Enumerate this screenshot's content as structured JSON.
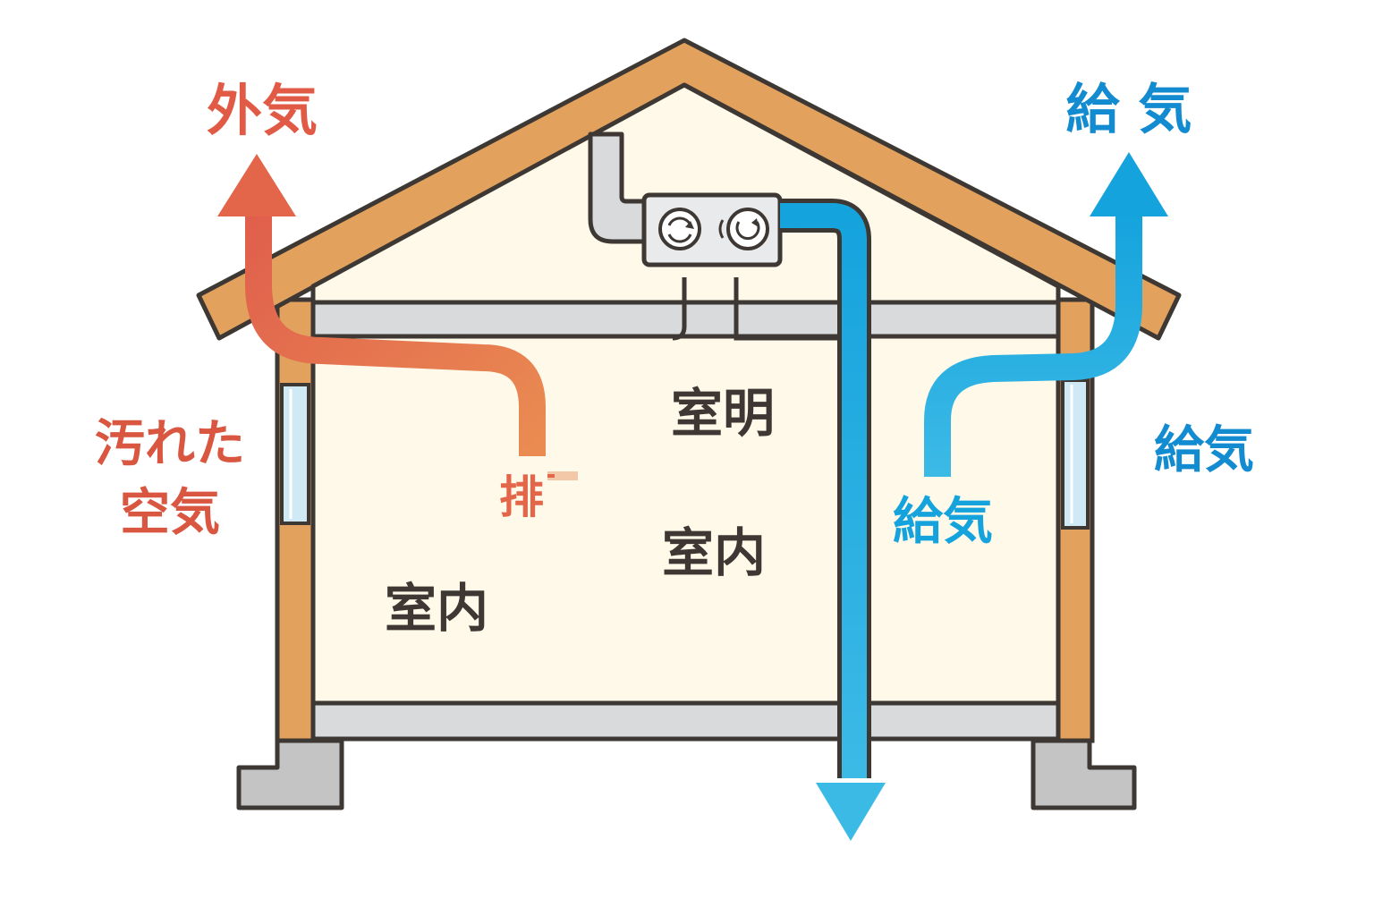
{
  "labels": {
    "outside_air": "外気",
    "supply_air_top": "給 気",
    "dirty_air_line1": "汚れた",
    "dirty_air_line2": "空気",
    "supply_air_right": "給気",
    "exhaust": "排",
    "room_upper": "室明",
    "room_middle": "室内",
    "room_lower": "室内",
    "supply_air_room": "給気"
  },
  "colors": {
    "exhaust_red": "#e4664a",
    "supply_blue": "#1aa3dc",
    "wall_wood": "#e3a15e",
    "interior": "#fef9e9",
    "duct_gray": "#d8dadc",
    "foundation_gray": "#c4c4c4",
    "outline": "#3d3833",
    "window_glass": "#cfe9f5"
  },
  "icons": {
    "ventilation_unit": "heat-exchange-fan-icon"
  }
}
